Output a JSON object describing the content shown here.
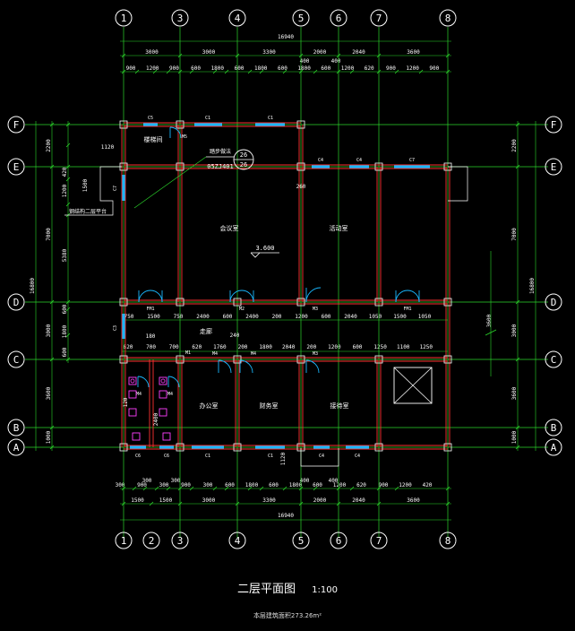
{
  "drawing": {
    "title": "二层平面图",
    "scale": "1:100",
    "area_note": "本层建筑面积273.26m²"
  },
  "axes": {
    "columns_top": [
      "1",
      "3",
      "4",
      "5",
      "6",
      "7",
      "8"
    ],
    "columns_bottom": [
      "1",
      "2",
      "3",
      "4",
      "5",
      "6",
      "7",
      "8"
    ],
    "rows": [
      "F",
      "E",
      "D",
      "C",
      "B",
      "A"
    ]
  },
  "dimensions": {
    "top_total": "16940",
    "top_bays": [
      "3000",
      "3000",
      "3300",
      "2000",
      "2040",
      "3600"
    ],
    "top_mid_marks": [
      "400",
      "400"
    ],
    "top_detail": [
      "900",
      "1200",
      "900",
      "600",
      "1800",
      "600",
      "1800",
      "600",
      "1800",
      "600",
      "1200",
      "620",
      "900",
      "1200",
      "900"
    ],
    "bottom_total": "16940",
    "bottom_bays": [
      "1500",
      "1500",
      "3000",
      "3300",
      "2000",
      "2040",
      "3600"
    ],
    "bottom_marks": [
      "300",
      "300",
      "400",
      "400"
    ],
    "bottom_detail": [
      "300",
      "900",
      "300",
      "900",
      "300",
      "600",
      "1800",
      "600",
      "1800",
      "600",
      "1200",
      "620",
      "900",
      "1200",
      "420"
    ],
    "left_outer": "16800",
    "left_bays": [
      "2200",
      "7000",
      "3000",
      "3600",
      "1000"
    ],
    "left_inner": [
      "1120",
      "420",
      "1200",
      "1500",
      "5380",
      "600",
      "1800",
      "600"
    ],
    "right_outer": "16800",
    "right_bays": [
      "2200",
      "7000",
      "3000",
      "3600",
      "1000"
    ],
    "corridor_row": [
      "750",
      "1500",
      "750",
      "2400",
      "600",
      "2400",
      "200",
      "1200",
      "600",
      "2040",
      "1050",
      "1500",
      "1050"
    ],
    "lower_row": [
      "620",
      "700",
      "700",
      "620",
      "1760",
      "200",
      "1800",
      "2040",
      "200",
      "1200",
      "600",
      "1250",
      "1100",
      "1250"
    ],
    "misc": [
      "180",
      "3600",
      "2400"
    ]
  },
  "rooms": {
    "stair_room": "楼梯间",
    "large_room": "会议室",
    "room_right": "活动室",
    "corridor": "走廊",
    "office_1": "办公室",
    "office_2": "财务室",
    "office_3": "接待室",
    "sign_label": "钢结构二层平台",
    "index_text": "踏步做法",
    "index_ref": "05ZJ401",
    "index_nums": [
      "26",
      "26"
    ],
    "level": "3.600",
    "h260": "260",
    "h240": "240",
    "h120": "120",
    "h1120": "1120"
  },
  "tags": {
    "windows_top": [
      "C5",
      "C1",
      "C1",
      "C4",
      "C4",
      "C7"
    ],
    "windows_bottom": [
      "C6",
      "C6",
      "C1",
      "C1",
      "C4",
      "C4"
    ],
    "windows_side": [
      "C7",
      "C3"
    ],
    "doors_row_d": [
      "FM1",
      "M2",
      "M3",
      "FM1"
    ],
    "doors_row_c": [
      "M4",
      "M4",
      "M3",
      "M4",
      "M4",
      "M1"
    ],
    "door_f": "M5"
  }
}
